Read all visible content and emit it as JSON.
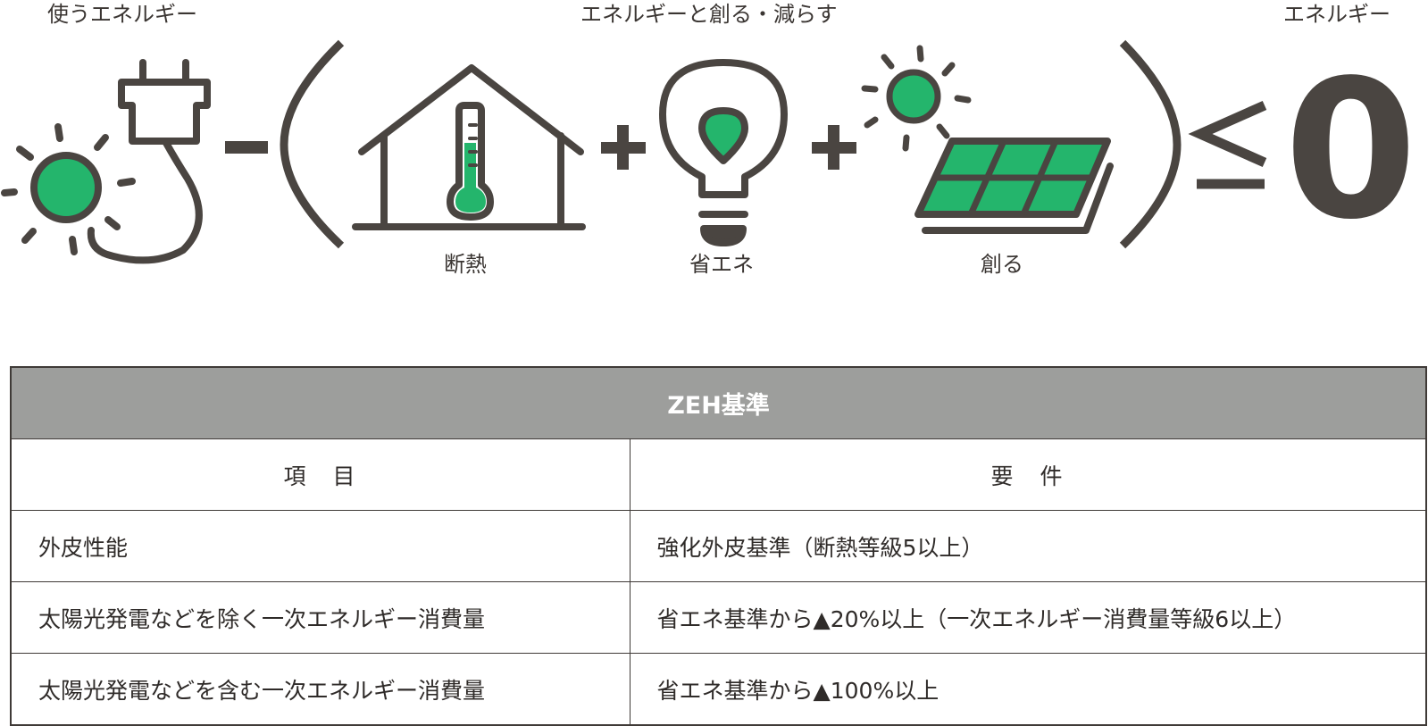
{
  "diagram": {
    "label_use_energy": "使うエネルギー",
    "label_create_reduce": "エネルギーと創る・減らす",
    "label_energy": "エネルギー",
    "label_insulation": "断熱",
    "label_energy_saving": "省エネ",
    "label_create": "創る",
    "result_value": "0",
    "colors": {
      "accent_green": "#24b56c",
      "dark": "#4a4541"
    },
    "icons": [
      "sun-icon",
      "plug-icon",
      "house-thermometer-icon",
      "light-bulb-icon",
      "solar-panel-icon"
    ]
  },
  "table": {
    "title": "ZEH基準",
    "headers": [
      "項　目",
      "要　件"
    ],
    "rows": [
      {
        "item": "外皮性能",
        "requirement": "強化外皮基準（断熱等級5以上）"
      },
      {
        "item": "太陽光発電などを除く一次エネルギー消費量",
        "requirement": "省エネ基準から▲20%以上（一次エネルギー消費量等級6以上）"
      },
      {
        "item": "太陽光発電などを含む一次エネルギー消費量",
        "requirement": "省エネ基準から▲100%以上"
      }
    ]
  }
}
